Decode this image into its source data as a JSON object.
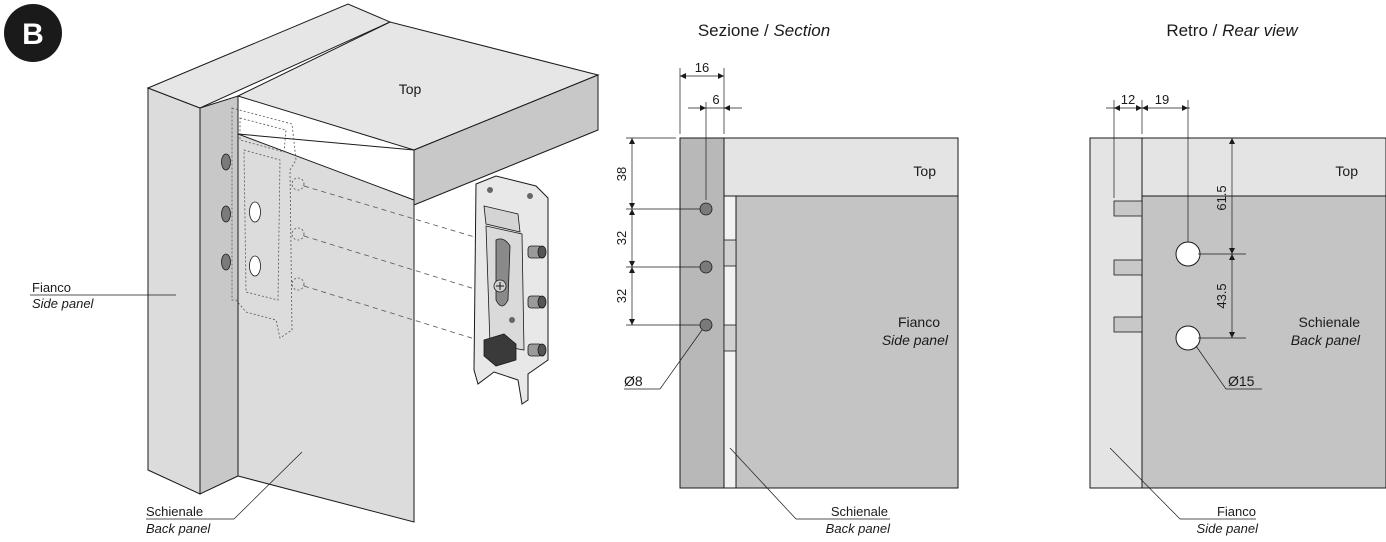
{
  "badge": {
    "letter": "B",
    "color": "#1a1a1a"
  },
  "iso": {
    "top_label": "Top",
    "side_label_it": "Fianco",
    "side_label_en": "Side panel",
    "back_label_it": "Schienale",
    "back_label_en": "Back panel"
  },
  "section": {
    "title_it": "Sezione / ",
    "title_en": "Section",
    "top_label": "Top",
    "side_label_it": "Fianco",
    "side_label_en": "Side panel",
    "back_label_it": "Schienale",
    "back_label_en": "Back panel",
    "dim_width_total": "16",
    "dim_width_inner": "6",
    "dim_v1": "38",
    "dim_v2": "32",
    "dim_v3": "32",
    "dim_hole": "Ø8"
  },
  "rear": {
    "title_it": "Retro / ",
    "title_en": "Rear view",
    "top_label": "Top",
    "back_label_it": "Schienale",
    "back_label_en": "Back panel",
    "side_label_it": "Fianco",
    "side_label_en": "Side panel",
    "dim_w1": "12",
    "dim_w2": "19",
    "dim_v1": "61.5",
    "dim_v2": "43.5",
    "dim_hole": "Ø15"
  },
  "colors": {
    "panel_light": "#dcdcdc",
    "panel_mid": "#c8c8c8",
    "outline": "#1a1a1a"
  }
}
